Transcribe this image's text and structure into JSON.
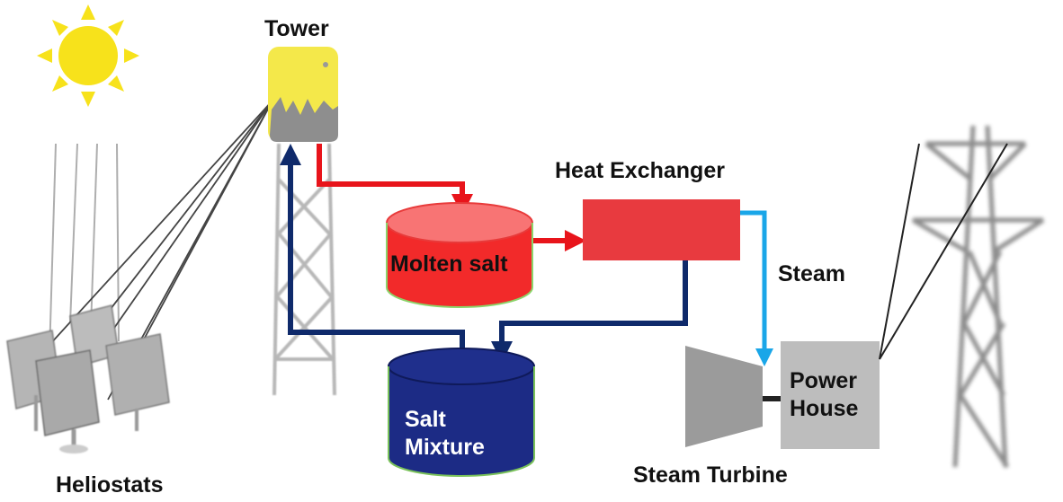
{
  "labels": {
    "tower": "Tower",
    "heat_exchanger": "Heat Exchanger",
    "molten_salt": "Molten salt",
    "steam": "Steam",
    "salt_mixture_line1": "Salt",
    "salt_mixture_line2": "Mixture",
    "power_house_line1": "Power",
    "power_house_line2": "House",
    "steam_turbine": "Steam Turbine",
    "heliostats": "Heliostats"
  },
  "colors": {
    "sun": "#f7e21b",
    "tower_receiver": "#f4e84a",
    "hot_salt_flow": "#e8141b",
    "molten_salt_tank": "#f22a2a",
    "heat_exchanger": "#e83a3f",
    "cold_salt_flow": "#0f2a6b",
    "salt_mixture_tank": "#1c2b85",
    "steam_flow": "#1aa6e8",
    "turbine": "#9b9b9b",
    "power_house": "#bdbdbd",
    "heliostat": "#b5b5b5"
  },
  "icons": [
    "sun-icon",
    "heliostat-panel-icon",
    "tower-icon",
    "transmission-tower-icon"
  ]
}
